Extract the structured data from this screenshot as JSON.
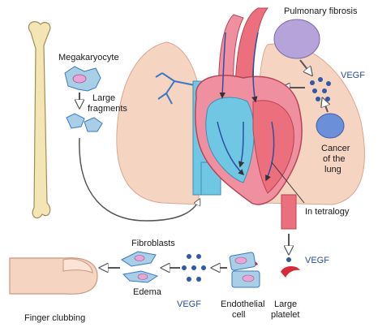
{
  "labels": {
    "pulmonary_fibrosis": "Pulmonary fibrosis",
    "megakaryocyte": "Megakaryocyte",
    "large_fragments_1": "Large",
    "large_fragments_2": "fragments",
    "vegf_top": "VEGF",
    "cancer_1": "Cancer",
    "cancer_2": "of the",
    "cancer_3": "lung",
    "in_tetralogy": "In tetralogy",
    "fibroblasts": "Fibroblasts",
    "edema": "Edema",
    "vegf_bottom_left": "VEGF",
    "vegf_bottom_right": "VEGF",
    "endothelial_1": "Endothelial",
    "endothelial_2": "cell",
    "large_platelet_1": "Large",
    "large_platelet_2": "platelet",
    "finger_clubbing": "Finger clubbing"
  },
  "colors": {
    "lung": "#f6d4c2",
    "lung_outline": "#d8a890",
    "bone": "#f3e6b4",
    "vein_blue": "#6fc7e4",
    "artery_red": "#ec6f7d",
    "heart_pink": "#f08fa0",
    "cell_blue": "#a9cfe6",
    "nucleus": "#e6a7d6",
    "vegf_dot": "#2f5aa8",
    "tumor": "#6b8fd9",
    "fibrosis": "#b6a3d9",
    "platelet": "#d62a3a"
  }
}
